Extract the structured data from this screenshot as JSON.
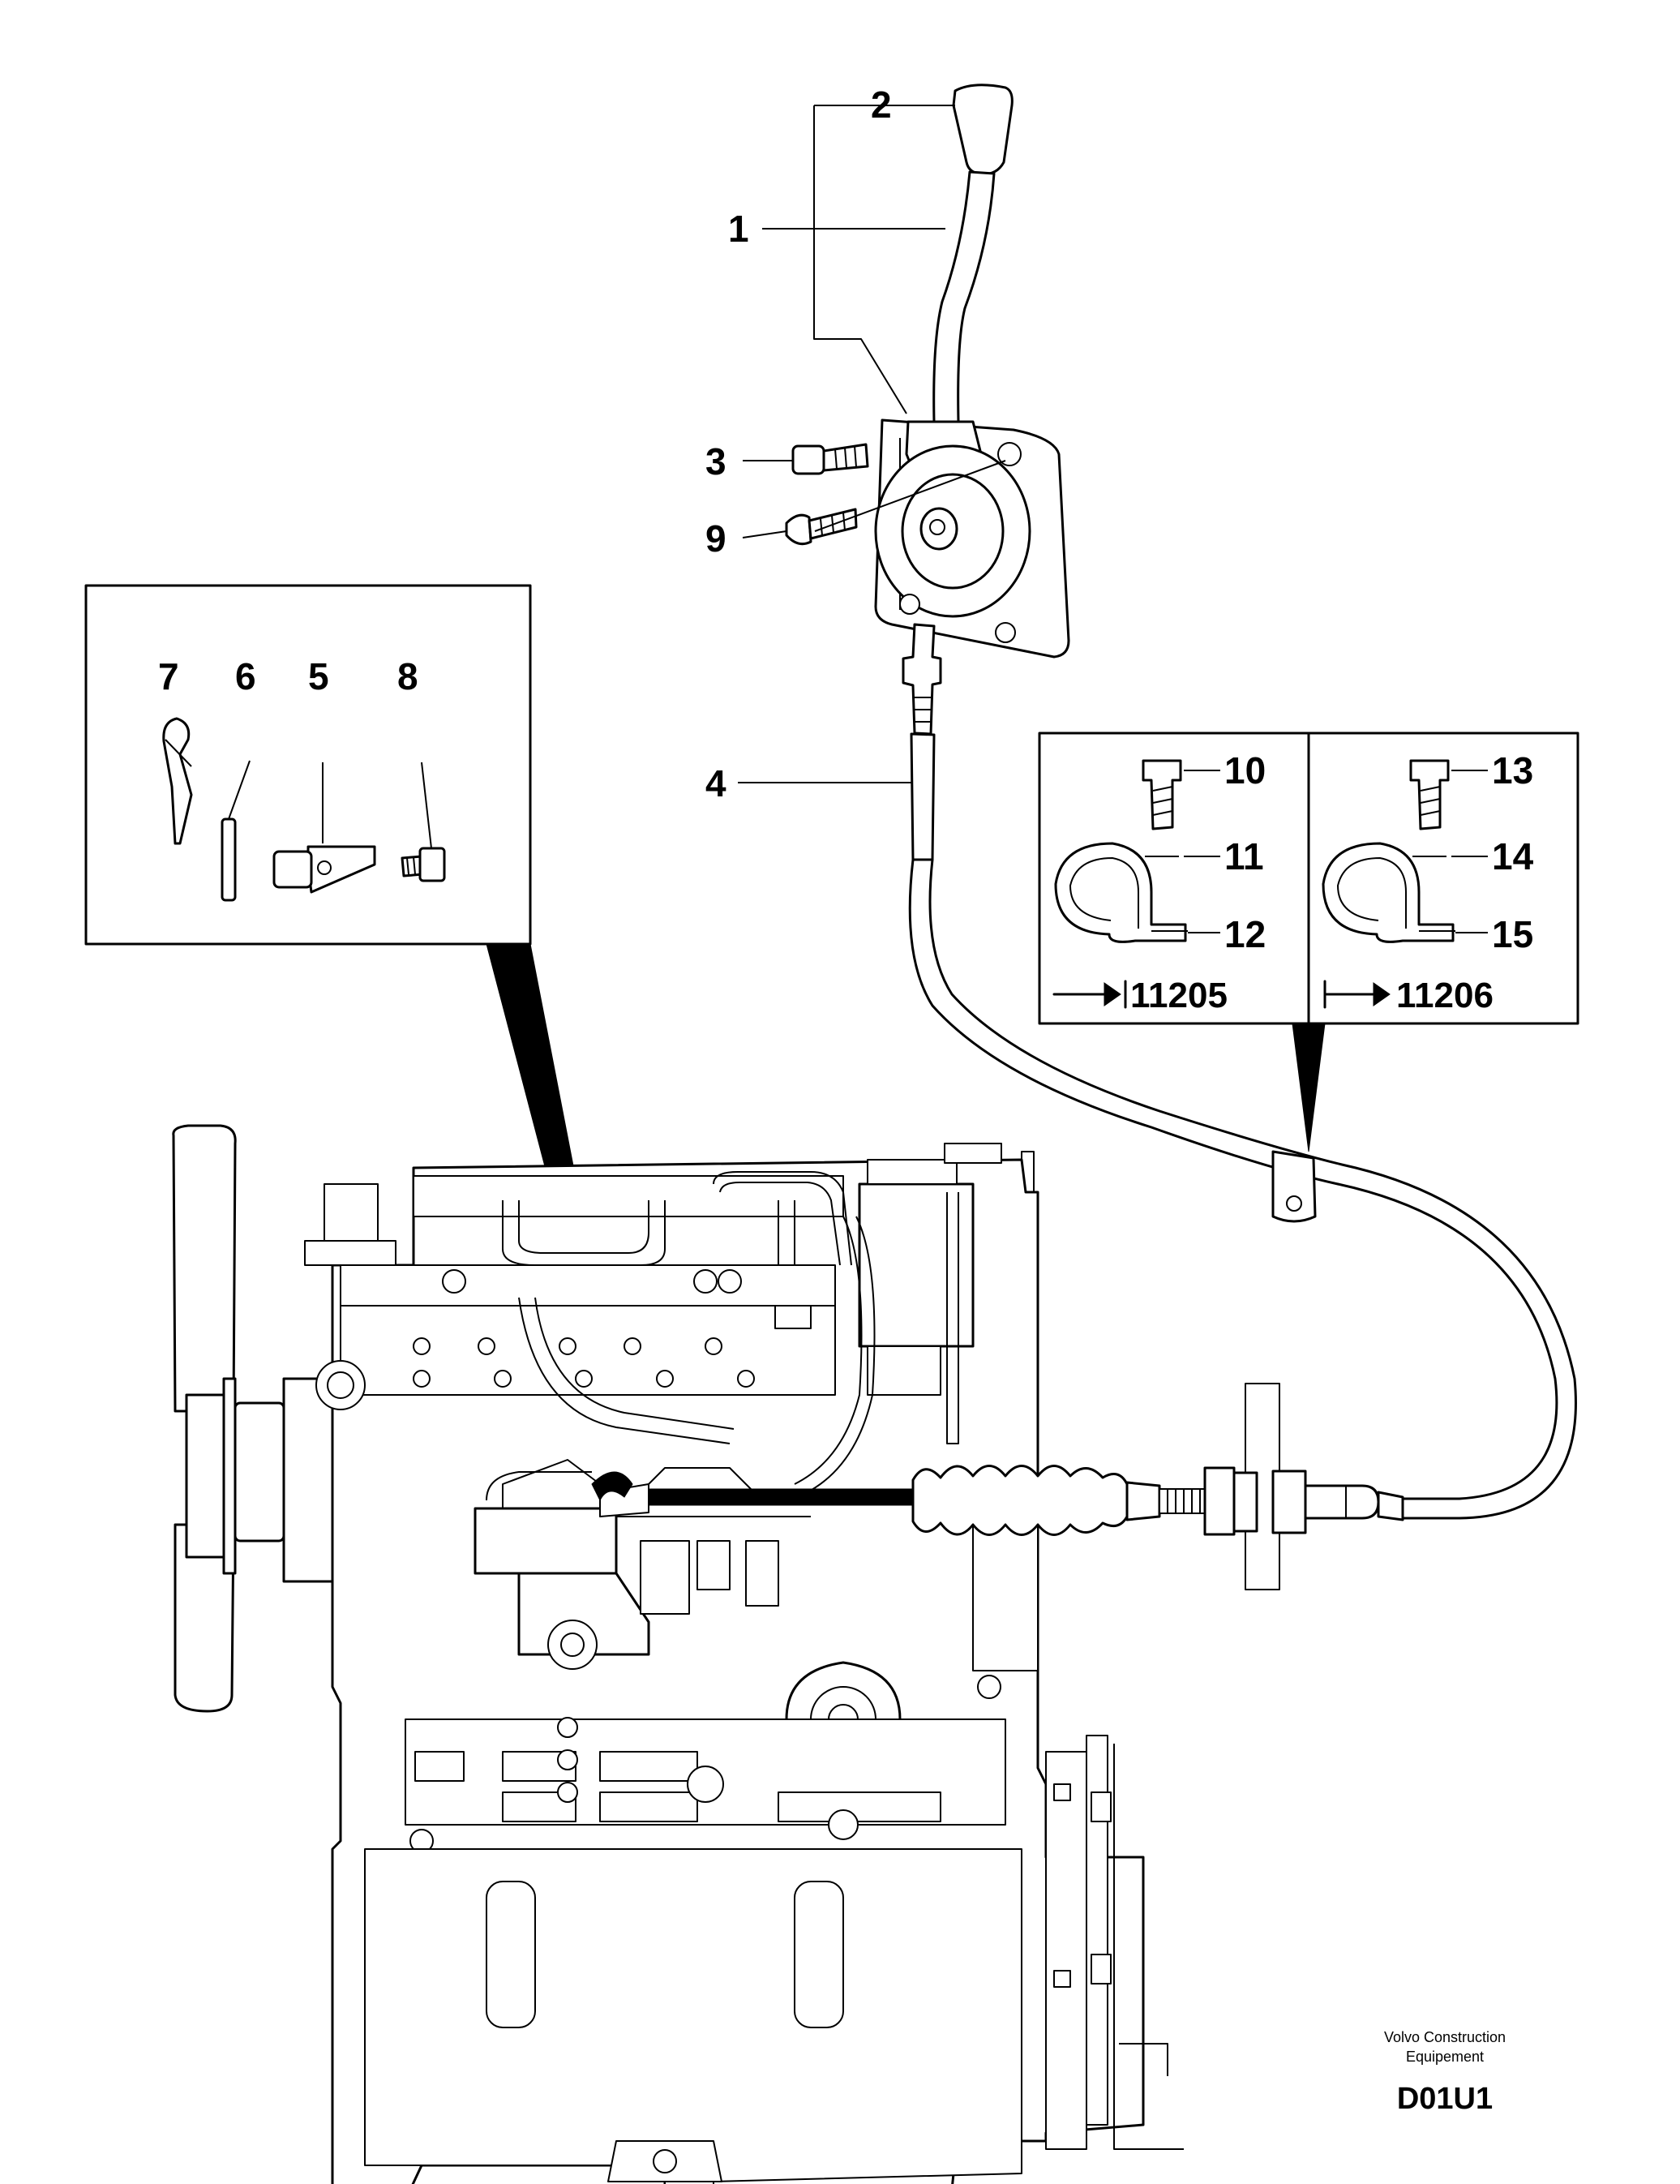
{
  "callouts": {
    "c1": "1",
    "c2": "2",
    "c3": "3",
    "c4": "4",
    "c5": "5",
    "c6": "6",
    "c7": "7",
    "c8": "8",
    "c9": "9",
    "c10": "10",
    "c11": "11",
    "c12": "12",
    "c13": "13",
    "c14": "14",
    "c15": "15"
  },
  "serial_refs": {
    "left": "11205",
    "right": "11206"
  },
  "footer": {
    "brand_line1": "Volvo Construction",
    "brand_line2": "Equipement",
    "drawing_code": "D01U1"
  }
}
